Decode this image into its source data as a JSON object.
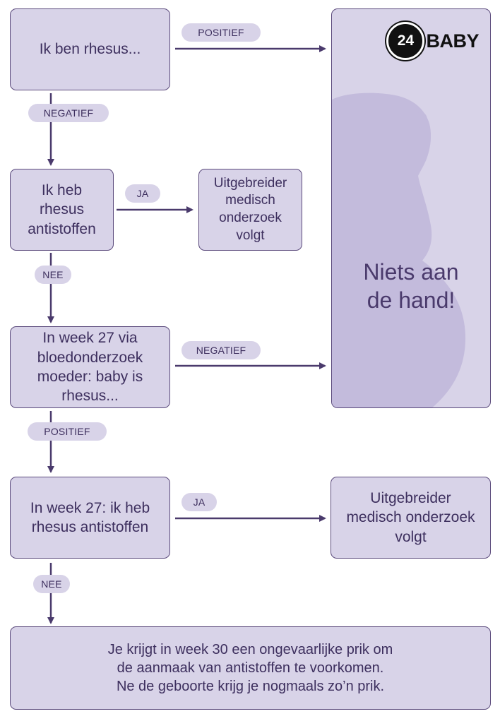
{
  "colors": {
    "box_fill": "#d8d3e8",
    "stroke": "#5b4a7c",
    "arrow": "#4a3a6c",
    "text": "#3d2f5e"
  },
  "logo": {
    "number": "24",
    "word": "BABY"
  },
  "result_panel": {
    "text": "Niets aan\nde hand!"
  },
  "nodes": {
    "rhesus": "Ik ben rhesus...",
    "antibodies": "Ik heb\nrhesus\nantistoffen",
    "further_test_1": "Uitgebreider\nmedisch\nonderzoek\nvolgt",
    "week27_blood": "In week 27 via\nbloedonderzoek\nmoeder: baby is\nrhesus...",
    "week27_antibodies": "In week 27: ik heb\nrhesus antistoffen",
    "further_test_2": "Uitgebreider\nmedisch onderzoek\nvolgt",
    "final": "Je krijgt in week 30 een ongevaarlijke prik om\nde aanmaak van antistoffen te voorkomen.\nNe de geboorte krijg je nogmaals zo’n prik."
  },
  "edges": {
    "positief_1": "POSITIEF",
    "negatief_1": "NEGATIEF",
    "ja_1": "JA",
    "nee_1": "NEE",
    "negatief_2": "NEGATIEF",
    "positief_2": "POSITIEF",
    "ja_2": "JA",
    "nee_2": "NEE"
  }
}
